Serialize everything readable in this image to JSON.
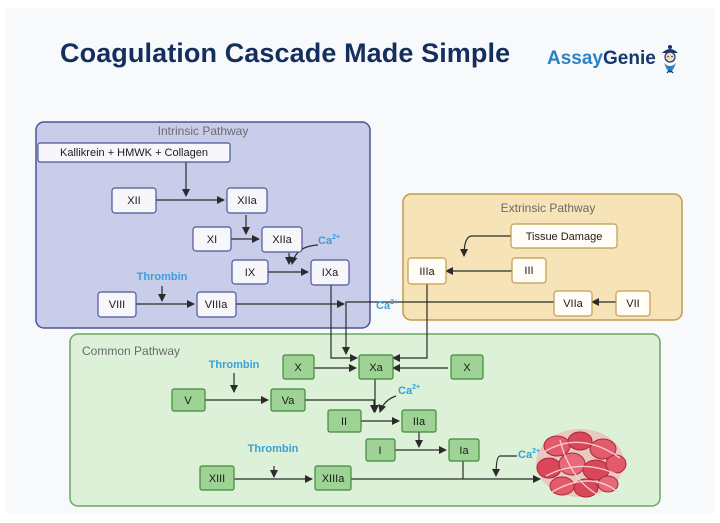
{
  "title": "Coagulation Cascade Made Simple",
  "logo": {
    "part1": "Assay",
    "part2": "Genie",
    "icon": "genie-mascot-icon"
  },
  "colors": {
    "title": "#142f5e",
    "intrinsic_fill": "#c9cdea",
    "intrinsic_stroke": "#4a5598",
    "extrinsic_fill": "#f6e3b8",
    "extrinsic_stroke": "#c19b4c",
    "common_fill": "#ddf1d8",
    "common_stroke": "#6da566",
    "cofactor_text": "#3c9fd6",
    "active_factor_fill": "#9fd395",
    "active_factor_stroke": "#3f8a3a",
    "clot": "#e35a6a"
  },
  "regions": {
    "intrinsic": {
      "label": "Intrinsic Pathway"
    },
    "extrinsic": {
      "label": "Extrinsic Pathway"
    },
    "common": {
      "label": "Common Pathway"
    }
  },
  "nodes": [
    {
      "id": "kallikrein",
      "label": "Kallikrein + HMWK + Collagen",
      "style": "intrinsic"
    },
    {
      "id": "xii",
      "label": "XII",
      "style": "intrinsic"
    },
    {
      "id": "xiia-1",
      "label": "XIIa",
      "style": "intrinsic"
    },
    {
      "id": "xi",
      "label": "XI",
      "style": "intrinsic"
    },
    {
      "id": "xiia-2",
      "label": "XIIa",
      "style": "intrinsic"
    },
    {
      "id": "ix",
      "label": "IX",
      "style": "intrinsic"
    },
    {
      "id": "ixa",
      "label": "IXa",
      "style": "intrinsic"
    },
    {
      "id": "viii",
      "label": "VIII",
      "style": "intrinsic"
    },
    {
      "id": "viiia",
      "label": "VIIIa",
      "style": "intrinsic"
    },
    {
      "id": "tissue-damage",
      "label": "Tissue Damage",
      "style": "extrinsic"
    },
    {
      "id": "iiia",
      "label": "IIIa",
      "style": "extrinsic"
    },
    {
      "id": "iii",
      "label": "III",
      "style": "extrinsic"
    },
    {
      "id": "viia",
      "label": "VIIa",
      "style": "extrinsic"
    },
    {
      "id": "vii",
      "label": "VII",
      "style": "extrinsic"
    },
    {
      "id": "x-left",
      "label": "X",
      "style": "common"
    },
    {
      "id": "xa",
      "label": "Xa",
      "style": "common"
    },
    {
      "id": "x-right",
      "label": "X",
      "style": "common"
    },
    {
      "id": "v",
      "label": "V",
      "style": "common"
    },
    {
      "id": "va",
      "label": "Va",
      "style": "common"
    },
    {
      "id": "ii",
      "label": "II",
      "style": "common"
    },
    {
      "id": "iia",
      "label": "IIa",
      "style": "common"
    },
    {
      "id": "i",
      "label": "I",
      "style": "common"
    },
    {
      "id": "ia",
      "label": "Ia",
      "style": "common"
    },
    {
      "id": "xiii",
      "label": "XIII",
      "style": "common"
    },
    {
      "id": "xiiia",
      "label": "XIIIa",
      "style": "common"
    }
  ],
  "cofactors": [
    {
      "id": "thrombin-1",
      "label": "Thrombin"
    },
    {
      "id": "thrombin-2",
      "label": "Thrombin"
    },
    {
      "id": "thrombin-3",
      "label": "Thrombin"
    }
  ],
  "calcium": [
    {
      "id": "ca-1",
      "base": "Ca",
      "sup": "2+"
    },
    {
      "id": "ca-2",
      "base": "Ca",
      "sup": "2+"
    },
    {
      "id": "ca-3",
      "base": "Ca",
      "sup": "2+"
    },
    {
      "id": "ca-4",
      "base": "Ca",
      "sup": "2+"
    }
  ],
  "edges": [
    {
      "from": "kallikrein",
      "to": "xii-xiia-1"
    },
    {
      "from": "xii",
      "to": "xiia-1"
    },
    {
      "from": "xiia-1",
      "to": "xi-xiia-2"
    },
    {
      "from": "xi",
      "to": "xiia-2"
    },
    {
      "from": "xiia-2",
      "to": "ix-ixa"
    },
    {
      "from": "ca-1",
      "to": "ix-ixa"
    },
    {
      "from": "ix",
      "to": "ixa"
    },
    {
      "from": "thrombin-1",
      "to": "viii-viiia"
    },
    {
      "from": "viii",
      "to": "viiia"
    },
    {
      "from": "viiia",
      "to": "xa"
    },
    {
      "from": "ixa",
      "to": "xa"
    },
    {
      "from": "tissue-damage",
      "to": "iii-iiia"
    },
    {
      "from": "iii",
      "to": "iiia"
    },
    {
      "from": "iiia",
      "to": "xa"
    },
    {
      "from": "vii",
      "to": "viia"
    },
    {
      "from": "viia",
      "to": "xa"
    },
    {
      "from": "x-left",
      "to": "xa"
    },
    {
      "from": "x-right",
      "to": "xa"
    },
    {
      "from": "thrombin-2",
      "to": "v-va"
    },
    {
      "from": "v",
      "to": "va"
    },
    {
      "from": "xa",
      "to": "ii-iia"
    },
    {
      "from": "va",
      "to": "ii-iia"
    },
    {
      "from": "ca-2",
      "to": "ii-iia"
    },
    {
      "from": "ii",
      "to": "iia"
    },
    {
      "from": "iia",
      "to": "i-ia"
    },
    {
      "from": "i",
      "to": "ia"
    },
    {
      "from": "thrombin-3",
      "to": "xiii-xiiia"
    },
    {
      "from": "xiii",
      "to": "xiiia"
    },
    {
      "from": "ia",
      "to": "clot"
    },
    {
      "from": "xiiia",
      "to": "clot"
    },
    {
      "from": "ca-4",
      "to": "clot"
    }
  ]
}
